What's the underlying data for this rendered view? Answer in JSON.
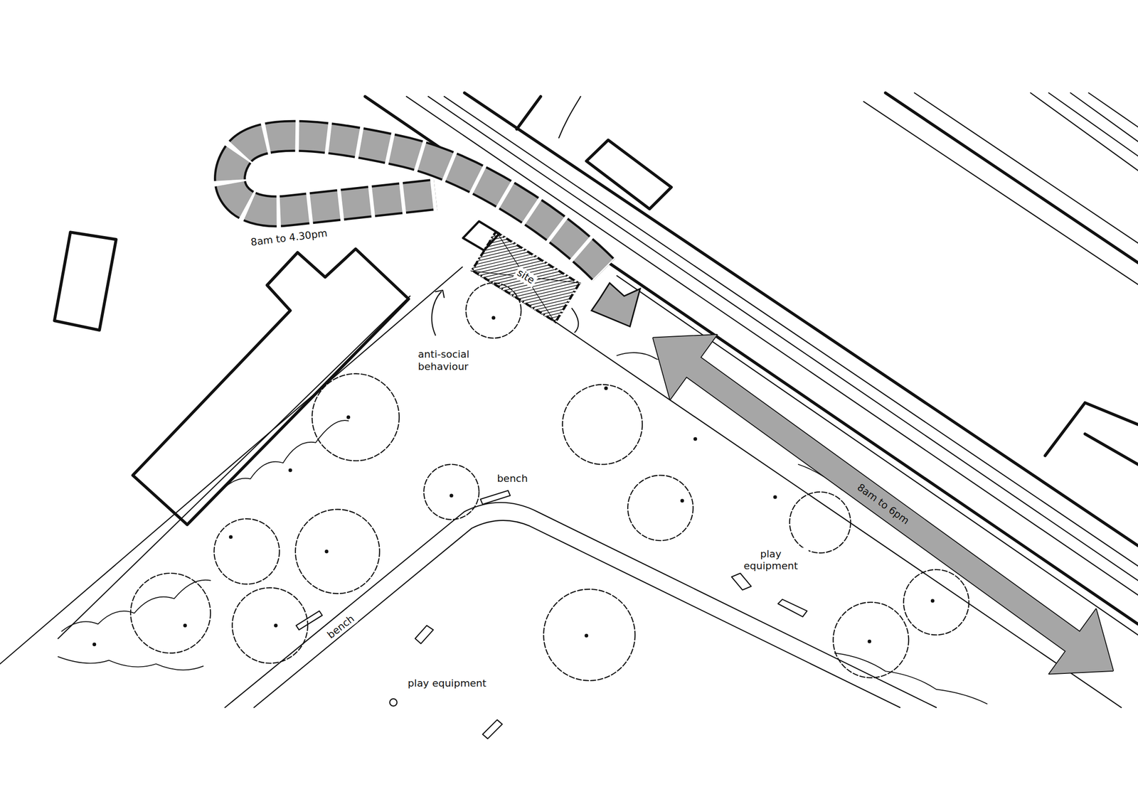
{
  "diagram": {
    "nodes": [
      {
        "text": [
          "site"
        ]
      },
      {
        "text": [
          "8am to 6pm"
        ]
      }
    ],
    "labels": [
      "8am to 4.30pm",
      "anti-social behaviour",
      "bench",
      "bench",
      "play equipment",
      "play equipment"
    ]
  }
}
